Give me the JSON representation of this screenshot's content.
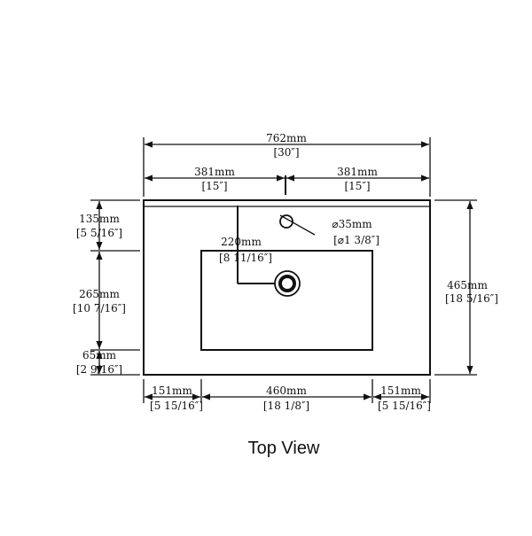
{
  "view_label": "Top View",
  "dimensions": {
    "overall_width": {
      "mm": "762mm",
      "in": "[30″]"
    },
    "half_left": {
      "mm": "381mm",
      "in": "[15″]"
    },
    "half_right": {
      "mm": "381mm",
      "in": "[15″]"
    },
    "overall_depth": {
      "mm": "465mm",
      "in": "[18 5/16″]"
    },
    "back_to_bowl": {
      "mm": "135mm",
      "in": "[5 5/16″]"
    },
    "bowl_depth": {
      "mm": "265mm",
      "in": "[10 7/16″]"
    },
    "front_to_bowl": {
      "mm": "65mm",
      "in": "[2 9/16″]"
    },
    "left_margin": {
      "mm": "151mm",
      "in": "[5 15/16″]"
    },
    "bowl_width": {
      "mm": "460mm",
      "in": "[18 1/8″]"
    },
    "right_margin": {
      "mm": "151mm",
      "in": "[5 15/16″]"
    },
    "drain_offset": {
      "mm": "220mm",
      "in": "[8 11/16″]"
    },
    "faucet_hole": {
      "mm": "⌀35mm",
      "in": "[⌀1 3/8″]"
    }
  }
}
